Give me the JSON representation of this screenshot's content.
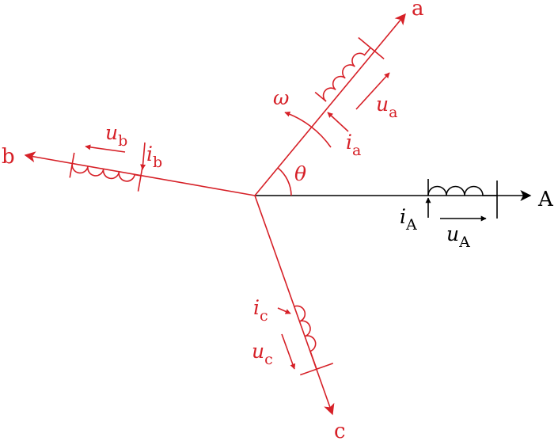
{
  "colors": {
    "rotor": "#d62027",
    "stator": "#000000",
    "background": "#ffffff"
  },
  "axes": {
    "a": {
      "label": "a"
    },
    "b": {
      "label": "b"
    },
    "c": {
      "label": "c"
    },
    "A": {
      "label": "A"
    }
  },
  "rotor": {
    "omega": "ω",
    "theta": "θ"
  },
  "windings": {
    "a": {
      "current_symbol": "i",
      "current_sub": "a",
      "voltage_symbol": "u",
      "voltage_sub": "a"
    },
    "b": {
      "current_symbol": "i",
      "current_sub": "b",
      "voltage_symbol": "u",
      "voltage_sub": "b"
    },
    "c": {
      "current_symbol": "i",
      "current_sub": "c",
      "voltage_symbol": "u",
      "voltage_sub": "c"
    },
    "A": {
      "current_symbol": "i",
      "current_sub": "A",
      "voltage_symbol": "u",
      "voltage_sub": "A"
    }
  }
}
